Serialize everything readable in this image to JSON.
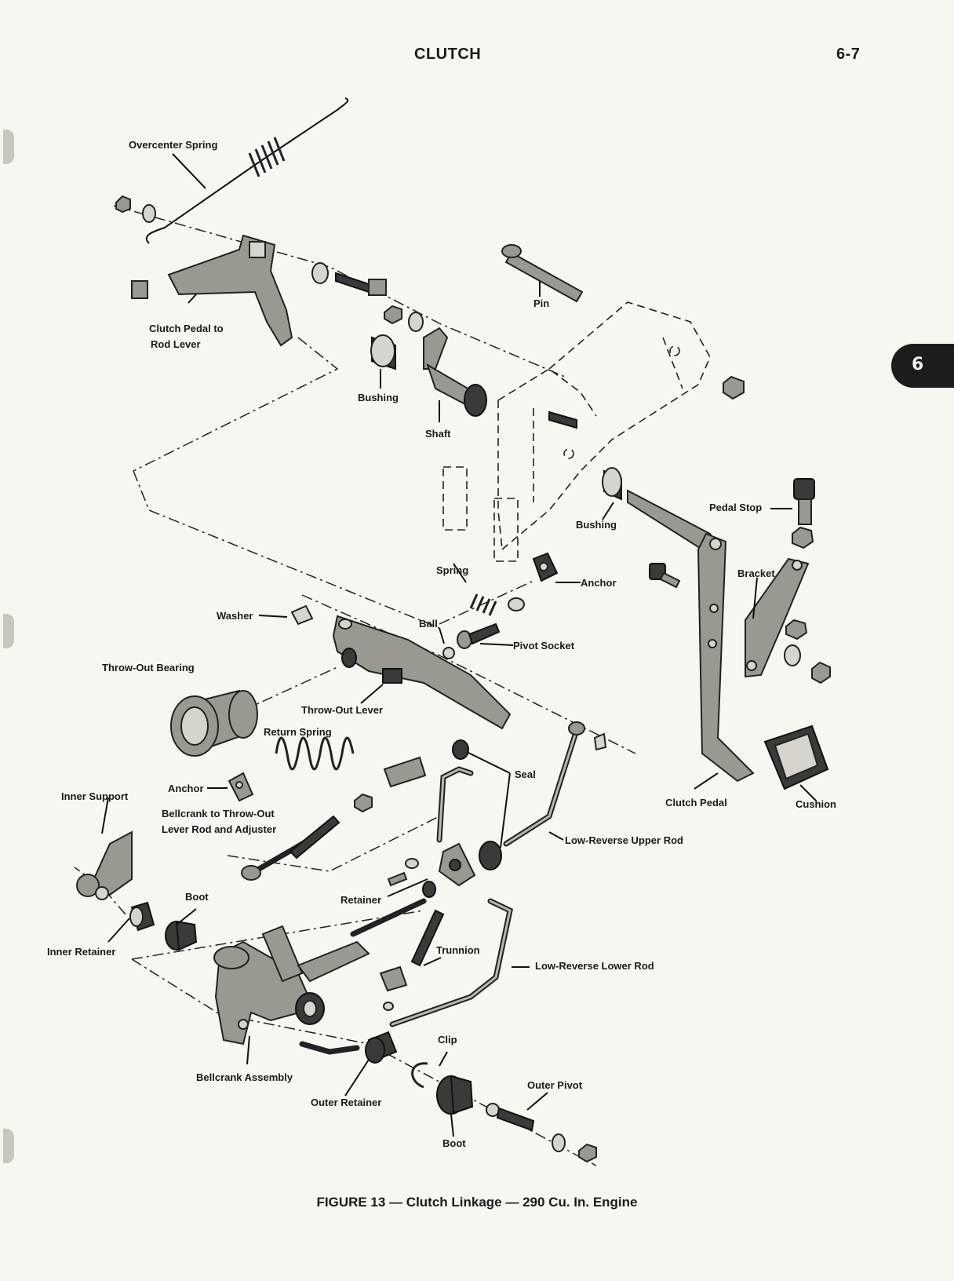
{
  "header": {
    "section": "CLUTCH",
    "page_number": "6-7"
  },
  "tab": {
    "label": "6"
  },
  "labels": {
    "overcenter_spring": "Overcenter Spring",
    "clutch_pedal_to_rod_lever_1": "Clutch Pedal to",
    "clutch_pedal_to_rod_lever_2": "Rod Lever",
    "pin": "Pin",
    "bushing_upper": "Bushing",
    "shaft": "Shaft",
    "bushing_lower": "Bushing",
    "pedal_stop": "Pedal Stop",
    "spring": "Spring",
    "anchor_upper": "Anchor",
    "bracket": "Bracket",
    "washer": "Washer",
    "ball": "Ball",
    "pivot_socket": "Pivot Socket",
    "throwout_bearing": "Throw-Out Bearing",
    "throwout_lever": "Throw-Out Lever",
    "return_spring": "Return Spring",
    "seal": "Seal",
    "anchor_lower": "Anchor",
    "clutch_pedal": "Clutch Pedal",
    "cushion": "Cushion",
    "inner_support": "Inner Support",
    "bellcrank_rod_1": "Bellcrank to Throw-Out",
    "bellcrank_rod_2": "Lever Rod and Adjuster",
    "low_reverse_upper_rod": "Low-Reverse Upper Rod",
    "boot_upper": "Boot",
    "retainer": "Retainer",
    "inner_retainer": "Inner Retainer",
    "trunnion": "Trunnion",
    "low_reverse_lower_rod": "Low-Reverse Lower Rod",
    "clip": "Clip",
    "outer_pivot": "Outer Pivot",
    "bellcrank_assembly": "Bellcrank Assembly",
    "outer_retainer": "Outer Retainer",
    "boot_lower": "Boot"
  },
  "caption": "FIGURE 13 — Clutch Linkage — 290 Cu. In. Engine"
}
